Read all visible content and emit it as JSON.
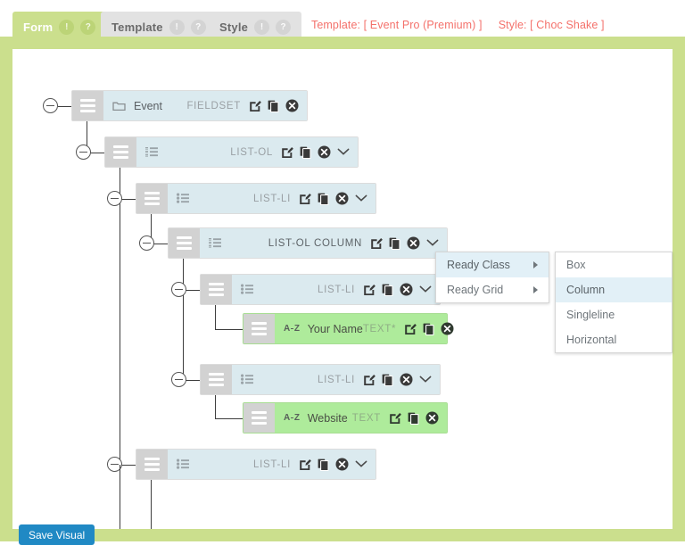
{
  "tabs": [
    {
      "label": "Form",
      "state": "active",
      "badge_alert": "!",
      "badge_help": "?"
    },
    {
      "label": "Template",
      "state": "idle",
      "badge_alert": "!",
      "badge_help": "?"
    },
    {
      "label": "Style",
      "state": "idle",
      "badge_alert": "!",
      "badge_help": "?"
    }
  ],
  "header": {
    "template_meta": "Template: [ Event Pro (Premium) ]",
    "style_meta": "Style: [ Choc Shake ]",
    "meta_color": "#f4716b"
  },
  "tree": {
    "nodes": [
      {
        "label": "Event",
        "type": "FIELDSET",
        "icon": "folder-icon",
        "color": "blue",
        "has_chevron": false,
        "has_toggle": true
      },
      {
        "label": "",
        "type": "LIST-OL",
        "icon": "ordered-list-icon",
        "color": "blue",
        "has_chevron": true,
        "has_toggle": true
      },
      {
        "label": "",
        "type": "LIST-LI",
        "icon": "bullet-list-icon",
        "color": "blue",
        "has_chevron": true,
        "has_toggle": true
      },
      {
        "label": "",
        "type": "LIST-OL  COLUMN",
        "icon": "ordered-list-icon",
        "color": "blue",
        "has_chevron": true,
        "has_toggle": true
      },
      {
        "label": "",
        "type": "LIST-LI",
        "icon": "bullet-list-icon",
        "color": "blue",
        "has_chevron": true,
        "has_toggle": true
      },
      {
        "label": "Your Name",
        "type": "TEXT*",
        "icon": "az-icon",
        "color": "green",
        "has_chevron": false,
        "has_toggle": false
      },
      {
        "label": "",
        "type": "LIST-LI",
        "icon": "bullet-list-icon",
        "color": "blue",
        "has_chevron": true,
        "has_toggle": true
      },
      {
        "label": "Website",
        "type": "TEXT",
        "icon": "az-icon",
        "color": "green",
        "has_chevron": false,
        "has_toggle": false
      },
      {
        "label": "",
        "type": "LIST-LI",
        "icon": "bullet-list-icon",
        "color": "blue",
        "has_chevron": true,
        "has_toggle": true
      }
    ],
    "actions": {
      "edit": "edit-icon",
      "copy": "copy-icon",
      "delete": "delete-icon",
      "expand": "chevron-down-icon"
    }
  },
  "context_menu": {
    "items": [
      {
        "label": "Ready Class",
        "selected": true
      },
      {
        "label": "Ready Grid",
        "selected": false
      }
    ],
    "submenu": [
      {
        "label": "Box",
        "selected": false
      },
      {
        "label": "Column",
        "selected": true
      },
      {
        "label": "Singleline",
        "selected": false
      },
      {
        "label": "Horizontal",
        "selected": false
      }
    ],
    "highlight_color": "#e2f0f7"
  },
  "footer": {
    "save_label": "Save Visual",
    "save_color": "#2089c4"
  },
  "theme": {
    "frame_green": "#cbdf8d",
    "row_blue": "#dbeaef",
    "row_green": "#aeeb9b",
    "handle_gray": "#d2d2d2"
  }
}
